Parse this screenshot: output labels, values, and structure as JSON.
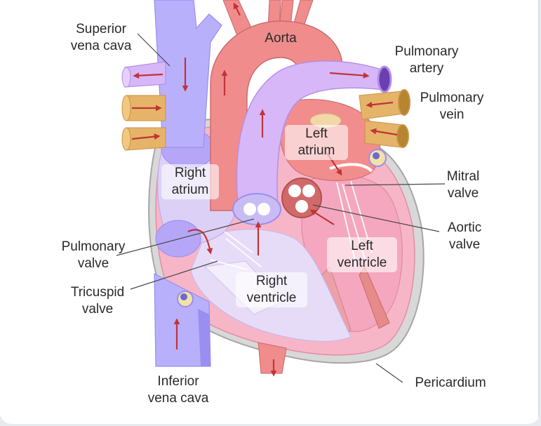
{
  "diagram": {
    "labels": {
      "superior_vena_cava": "Superior\nvena cava",
      "aorta": "Aorta",
      "pulmonary_artery": "Pulmonary\nartery",
      "pulmonary_vein": "Pulmonary\nvein",
      "left_atrium": "Left\natrium",
      "right_atrium": "Right\natrium",
      "mitral_valve": "Mitral\nvalve",
      "aortic_valve": "Aortic\nvalve",
      "pulmonary_valve": "Pulmonary\nvalve",
      "left_ventricle": "Left\nventricle",
      "tricuspid_valve": "Tricuspid\nvalve",
      "right_ventricle": "Right\nventricle",
      "inferior_vena_cava": "Inferior\nvena cava",
      "pericardium": "Pericardium"
    },
    "colors": {
      "deoxygenated": "#b7aefb",
      "oxygenated": "#f4a0a0",
      "pulmonary_vein": "#e6b468",
      "heart_wall": "#f6b6c8",
      "pericardium": "#b5b5b5",
      "arrow": "#c0333a"
    }
  }
}
